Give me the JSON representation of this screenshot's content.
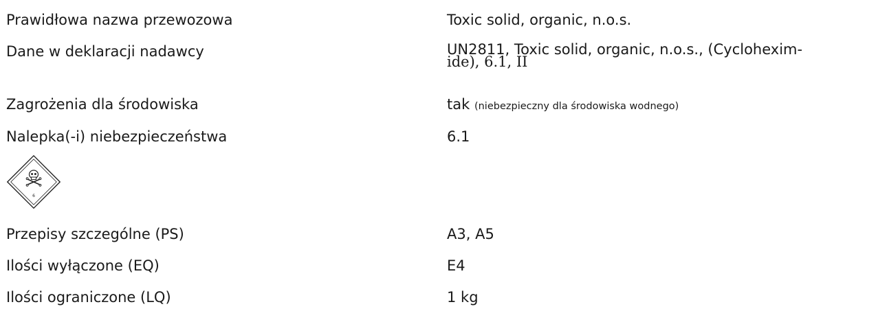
{
  "rows": {
    "shipping_name": {
      "label": "Prawidłowa nazwa przewozowa",
      "value": "Toxic solid, organic, n.o.s."
    },
    "shipper_declaration": {
      "label": "Dane w deklaracji nadawcy",
      "value_line1": "UN2811, Toxic solid, organic, n.o.s., (Cyclohexim-",
      "value_line2": "ide), 6.1, II"
    },
    "environmental_hazards": {
      "label": "Zagrożenia dla środowiska",
      "value": "tak",
      "note": "(niebezpieczny dla środowiska wodnego)"
    },
    "hazard_labels": {
      "label": "Nalepka(-i) niebezpieczeństwa",
      "value": "6.1",
      "pictogram_icon": "skull-crossbones-diamond-icon",
      "pictogram_number": "6"
    },
    "special_provisions": {
      "label": "Przepisy szczególne (PS)",
      "value": "A3, A5"
    },
    "excepted_quantities": {
      "label": "Ilości wyłączone (EQ)",
      "value": "E4"
    },
    "limited_quantities": {
      "label": "Ilości ograniczone (LQ)",
      "value": "1 kg"
    }
  }
}
